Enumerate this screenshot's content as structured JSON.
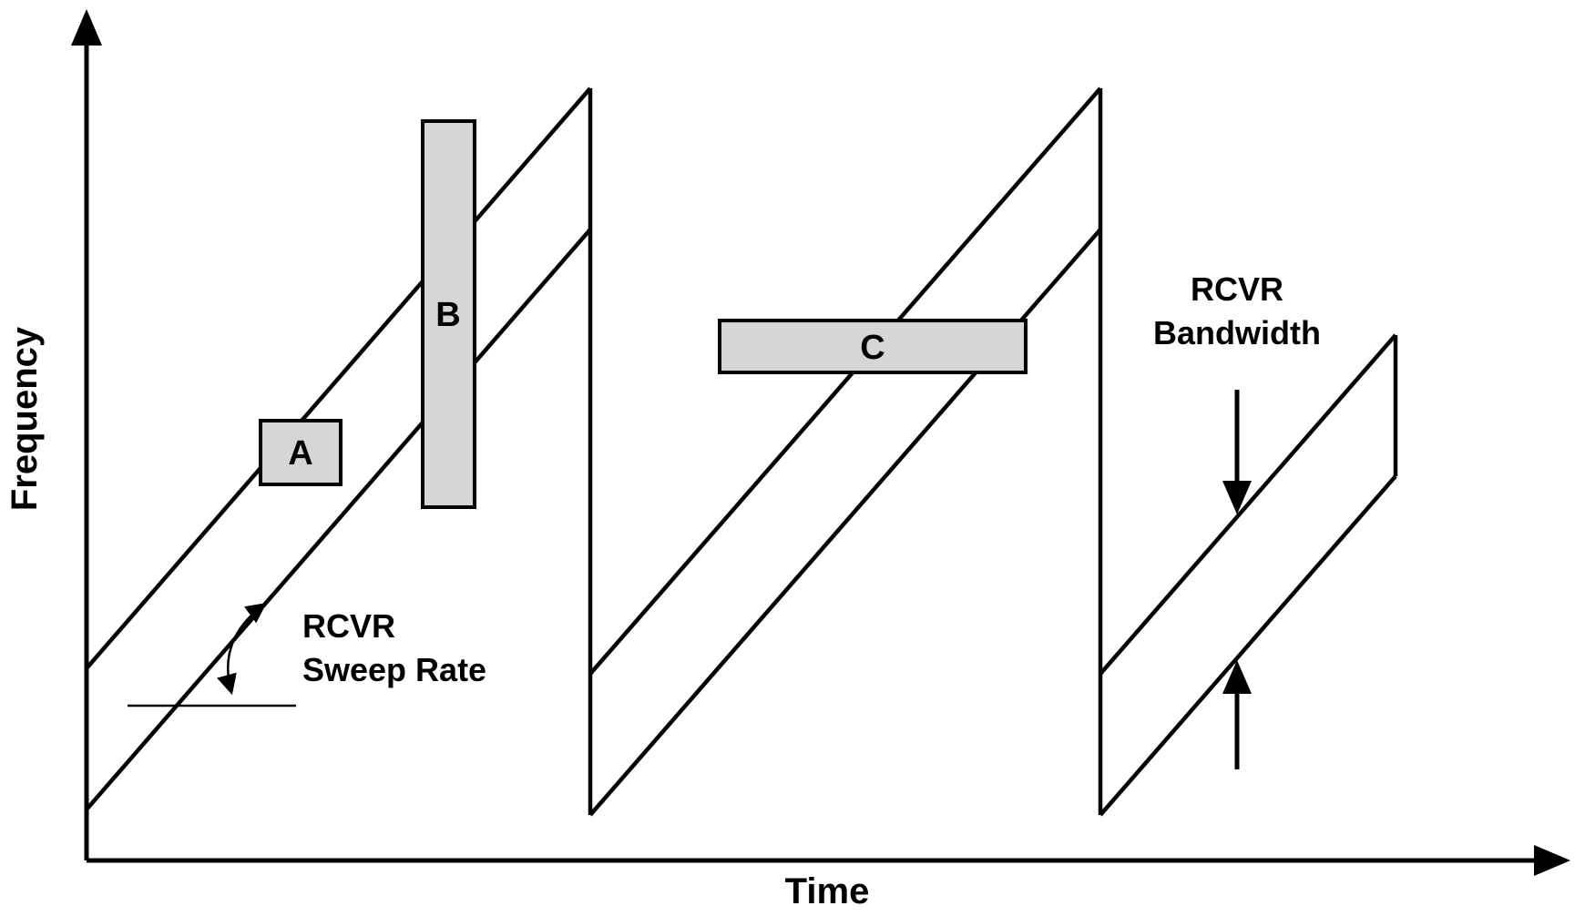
{
  "axes": {
    "y_label": "Frequency",
    "x_label": "Time"
  },
  "signals": {
    "a": {
      "label": "A"
    },
    "b": {
      "label": "B"
    },
    "c": {
      "label": "C"
    }
  },
  "annotations": {
    "sweep_rate": {
      "line1": "RCVR",
      "line2": "Sweep Rate"
    },
    "bandwidth": {
      "line1": "RCVR",
      "line2": "Bandwidth"
    }
  },
  "colors": {
    "line": "#000000",
    "signal_fill": "#d6d6d6",
    "background": "#ffffff"
  }
}
